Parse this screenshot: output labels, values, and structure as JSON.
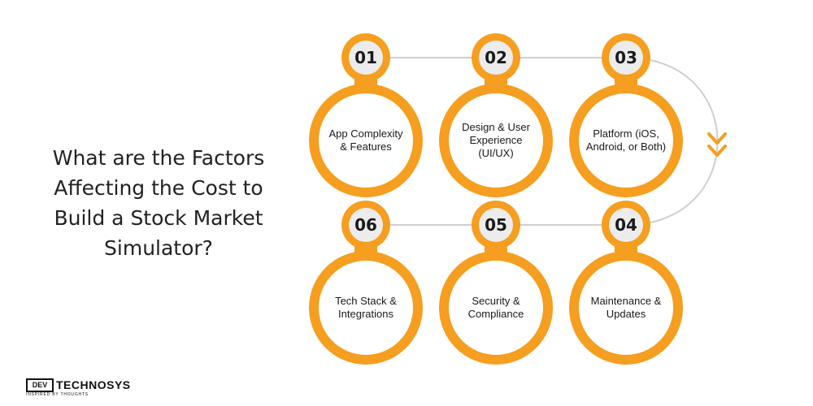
{
  "heading": "What are the Factors Affecting the Cost to Build a Stock Market Simulator?",
  "accent_color": "#f59e1f",
  "steps": [
    {
      "number": "01",
      "label": "App Complexity & Features"
    },
    {
      "number": "02",
      "label": "Design & User Experience (UI/UX)"
    },
    {
      "number": "03",
      "label": "Platform (iOS, Android, or Both)"
    },
    {
      "number": "04",
      "label": "Maintenance & Updates"
    },
    {
      "number": "05",
      "label": "Security & Compliance"
    },
    {
      "number": "06",
      "label": "Tech Stack & Integrations"
    }
  ],
  "logo": {
    "mark": "DEV",
    "wordmark": "TECHNOSYS",
    "tagline": "INSPIRED BY THOUGHTS"
  }
}
